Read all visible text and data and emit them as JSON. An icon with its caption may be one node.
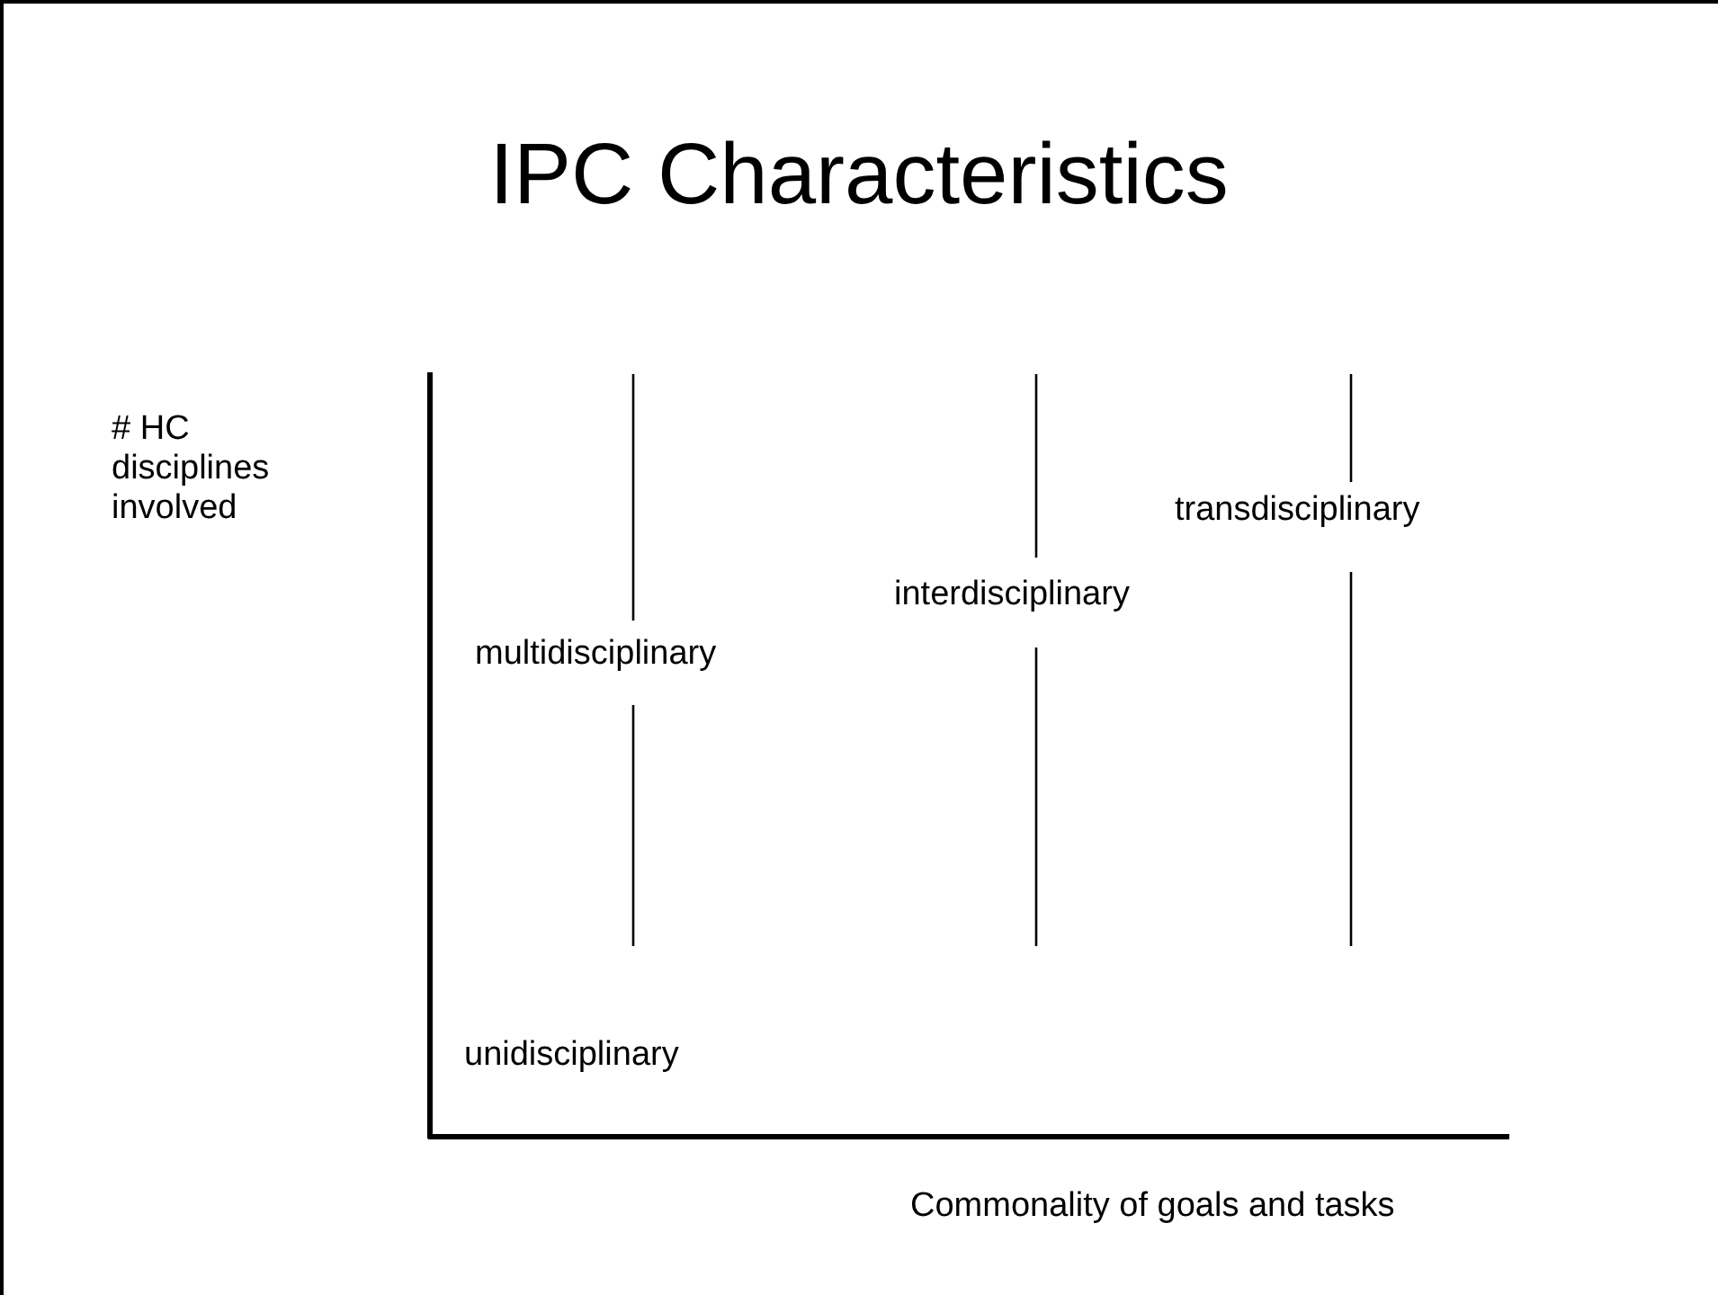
{
  "diagram": {
    "title": "IPC Characteristics",
    "labels": [
      "# HC disciplines involved",
      "transdisciplinary",
      "interdisciplinary",
      "multidisciplinary",
      "unidisciplinary",
      "Commonality of goals and tasks"
    ]
  }
}
